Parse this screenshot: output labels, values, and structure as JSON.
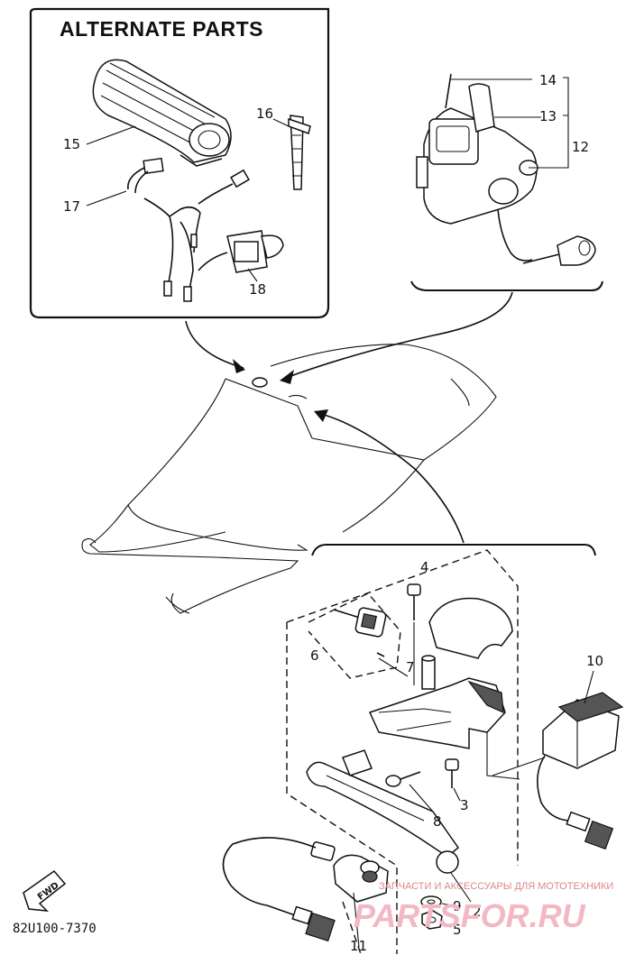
{
  "alternate_box": {
    "title": "ALTERNATE PARTS"
  },
  "labels": {
    "p15": "15",
    "p16": "16",
    "p17": "17",
    "p18": "18",
    "p14": "14",
    "p13": "13",
    "p12": "12",
    "p4": "4",
    "p6": "6",
    "p7": "7",
    "p10": "10",
    "p3": "3",
    "p8": "8",
    "p2": "2",
    "p9": "9",
    "p5": "5",
    "p11": "11"
  },
  "fwd_badge": "FWD",
  "diagram_code": "82U100-7370",
  "watermark": {
    "tagline": "ЗАПЧАСТИ И АКСЕССУАРЫ ДЛЯ МОТОТЕХНИКИ",
    "brand": "PARTSFOR.RU"
  }
}
